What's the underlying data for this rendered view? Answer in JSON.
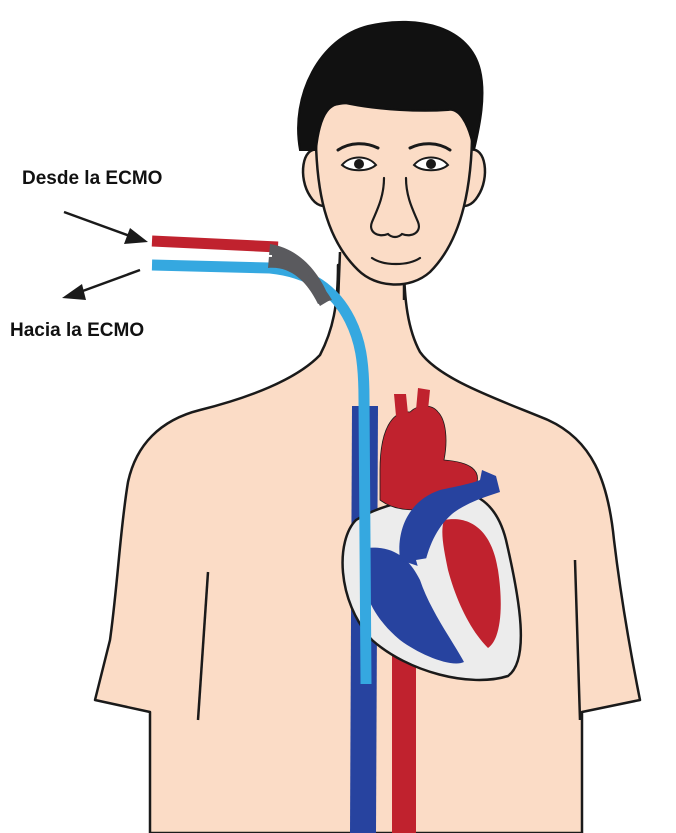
{
  "labels": {
    "from_ecmo": "Desde la ECMO",
    "to_ecmo": "Hacia la ECMO"
  },
  "colors": {
    "skin": "#fbdcc6",
    "outline": "#1a1a1a",
    "hair": "#111111",
    "arterial_red": "#c0222e",
    "venous_blue": "#27439f",
    "cannula_blue": "#35a8e0",
    "connector_gray": "#5a5a5e",
    "heart_wall": "#ececec"
  },
  "icons": [
    "person-figure",
    "heart",
    "cannula",
    "arrow"
  ]
}
